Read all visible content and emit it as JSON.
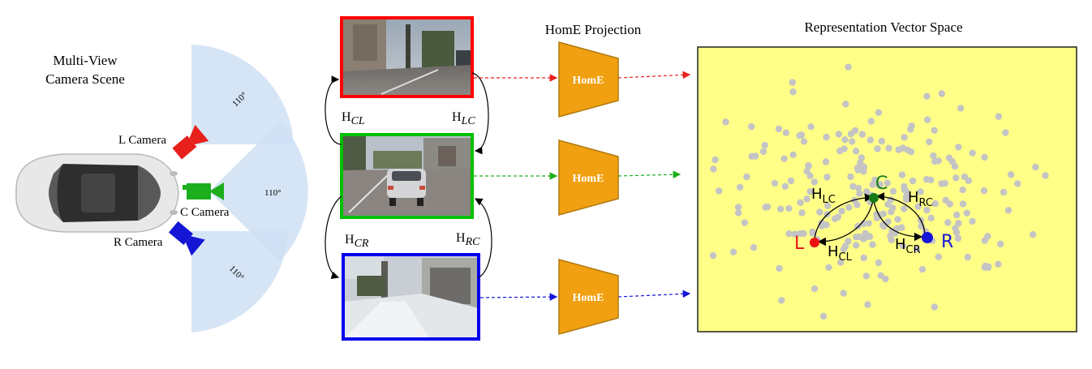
{
  "scene": {
    "title_line1": "Multi-View",
    "title_line2": "Camera Scene",
    "cameras": [
      {
        "label": "L Camera",
        "color": "#e8201c"
      },
      {
        "label": "C Camera",
        "color": "#1cae1c"
      },
      {
        "label": "R Camera",
        "color": "#1515d6"
      }
    ],
    "fov_labels": [
      "110°",
      "110°",
      "110°"
    ]
  },
  "images": {
    "border_colors": [
      "#ff0000",
      "#00c000",
      "#0000ee"
    ]
  },
  "homographies": {
    "h_cl": {
      "base": "H",
      "sub": "CL"
    },
    "h_lc": {
      "base": "H",
      "sub": "LC"
    },
    "h_cr": {
      "base": "H",
      "sub": "CR"
    },
    "h_rc": {
      "base": "H",
      "sub": "RC"
    }
  },
  "projection": {
    "title": "HomE Projection",
    "block_label": "HomE",
    "block_color": "#f0a010"
  },
  "space": {
    "title": "Representation Vector Space",
    "background": "#ffff88",
    "points": {
      "L": "L",
      "C": "C",
      "R": "R"
    },
    "edges": {
      "lc": {
        "base": "H",
        "sub": "LC"
      },
      "rc": {
        "base": "H",
        "sub": "RC"
      },
      "cl": {
        "base": "H",
        "sub": "CL"
      },
      "cr": {
        "base": "H",
        "sub": "CR"
      }
    }
  }
}
